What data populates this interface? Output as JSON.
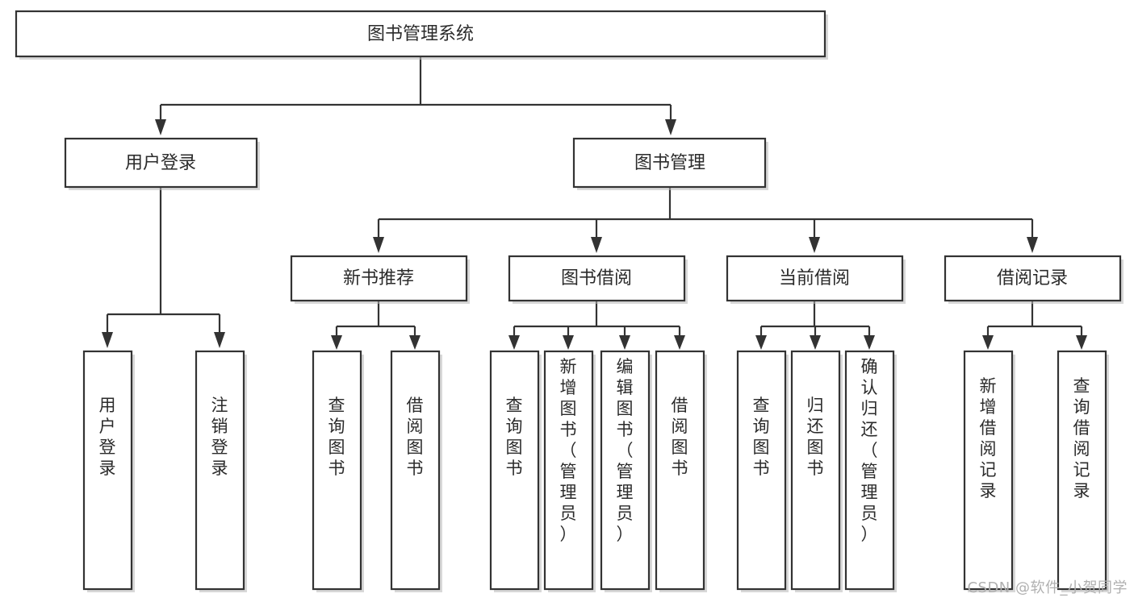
{
  "diagram": {
    "type": "tree",
    "title": "图书管理系统",
    "orientation": "top-down",
    "style": {
      "box_fill": "#ffffff",
      "box_stroke": "#333333",
      "text_color": "#2b2b2b",
      "background": "#ffffff",
      "watermark_color": "#b0b0b0"
    },
    "root": {
      "label": "图书管理系统",
      "orientation": "horizontal"
    },
    "level2": [
      {
        "label": "用户登录",
        "orientation": "horizontal"
      },
      {
        "label": "图书管理",
        "orientation": "horizontal"
      }
    ],
    "level3": [
      {
        "label": "新书推荐",
        "orientation": "horizontal"
      },
      {
        "label": "图书借阅",
        "orientation": "horizontal"
      },
      {
        "label": "当前借阅",
        "orientation": "horizontal"
      },
      {
        "label": "借阅记录",
        "orientation": "horizontal"
      }
    ],
    "leaves": {
      "user_login": [
        {
          "label": "用户登录",
          "orientation": "vertical"
        },
        {
          "label": "注销登录",
          "orientation": "vertical"
        }
      ],
      "new_book_recommend": [
        {
          "label": "查询图书",
          "orientation": "vertical"
        },
        {
          "label": "借阅图书",
          "orientation": "vertical"
        }
      ],
      "book_borrow": [
        {
          "label": "查询图书",
          "orientation": "vertical"
        },
        {
          "label": "新增图书（管理员）",
          "orientation": "vertical"
        },
        {
          "label": "编辑图书（管理员）",
          "orientation": "vertical"
        },
        {
          "label": "借阅图书",
          "orientation": "vertical"
        }
      ],
      "current_borrow": [
        {
          "label": "查询图书",
          "orientation": "vertical"
        },
        {
          "label": "归还图书",
          "orientation": "vertical"
        },
        {
          "label": "确认归还（管理员）",
          "orientation": "vertical"
        }
      ],
      "borrow_record": [
        {
          "label": "新增借阅记录",
          "orientation": "vertical"
        },
        {
          "label": "查询借阅记录",
          "orientation": "vertical"
        }
      ]
    }
  },
  "watermark": {
    "label": "CSDN @软件_小贺同学"
  }
}
